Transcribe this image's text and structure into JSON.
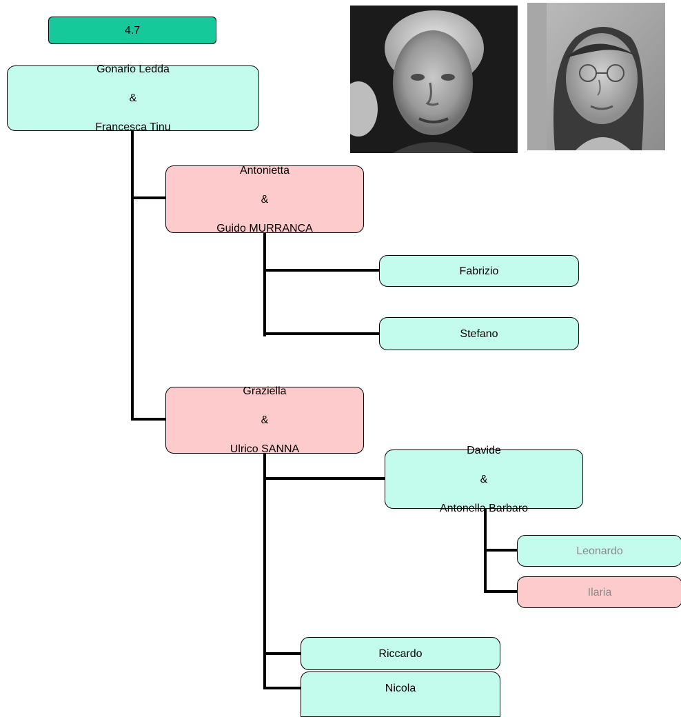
{
  "badge": "4.7",
  "root": {
    "name": "Gonario Ledda",
    "amp": "&",
    "spouse": "Francesca Tinu"
  },
  "antonietta": {
    "name": "Antonietta",
    "amp": "&",
    "spouse": "Guido MURRANCA"
  },
  "fabrizio": "Fabrizio",
  "stefano": "Stefano",
  "graziella": {
    "name": "Graziella",
    "amp": "&",
    "spouse": "Ulrico SANNA"
  },
  "davide": {
    "name": "Davide",
    "amp": "&",
    "spouse": "Antonella Barbaro"
  },
  "leonardo": "Leonardo",
  "ilaria": "Ilaria",
  "riccardo": "Riccardo",
  "nicola": "Nicola",
  "colors": {
    "node_blue": "#c3fcec",
    "node_pink": "#fdcbcb",
    "badge": "#16c99a"
  }
}
